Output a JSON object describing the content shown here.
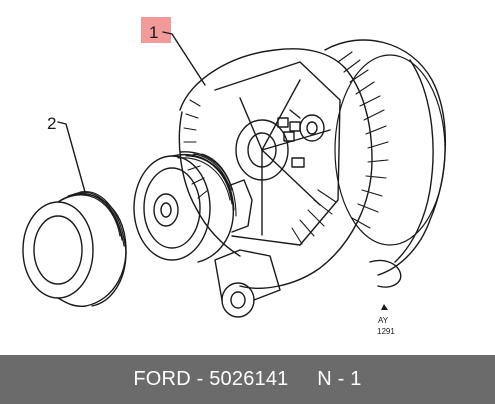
{
  "diagram": {
    "callouts": [
      {
        "number": "1",
        "highlighted": true
      },
      {
        "number": "2",
        "highlighted": false
      }
    ],
    "corner_mark": {
      "line1": "AY",
      "line2": "1291"
    }
  },
  "caption": {
    "brand": "FORD",
    "separator1": " - ",
    "part_number": "5026141",
    "gap": "     ",
    "reference": "N - 1"
  },
  "colors": {
    "highlight": "#f29a9a",
    "caption_bg": "#6b6b6b",
    "caption_text": "#ffffff",
    "line": "#1a1a1a"
  }
}
